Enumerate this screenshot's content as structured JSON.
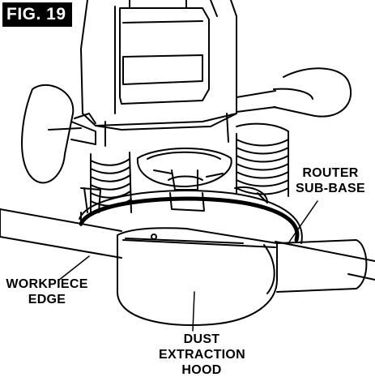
{
  "figure": {
    "label": "FIG. 19"
  },
  "callouts": {
    "router_sub_base": {
      "line1": "ROUTER",
      "line2": "SUB-BASE"
    },
    "workpiece_edge": {
      "line1": "WORKPIECE",
      "line2": "EDGE"
    },
    "dust_extraction_hood": {
      "line1": "DUST",
      "line2": "EXTRACTION",
      "line3": "HOOD"
    }
  }
}
